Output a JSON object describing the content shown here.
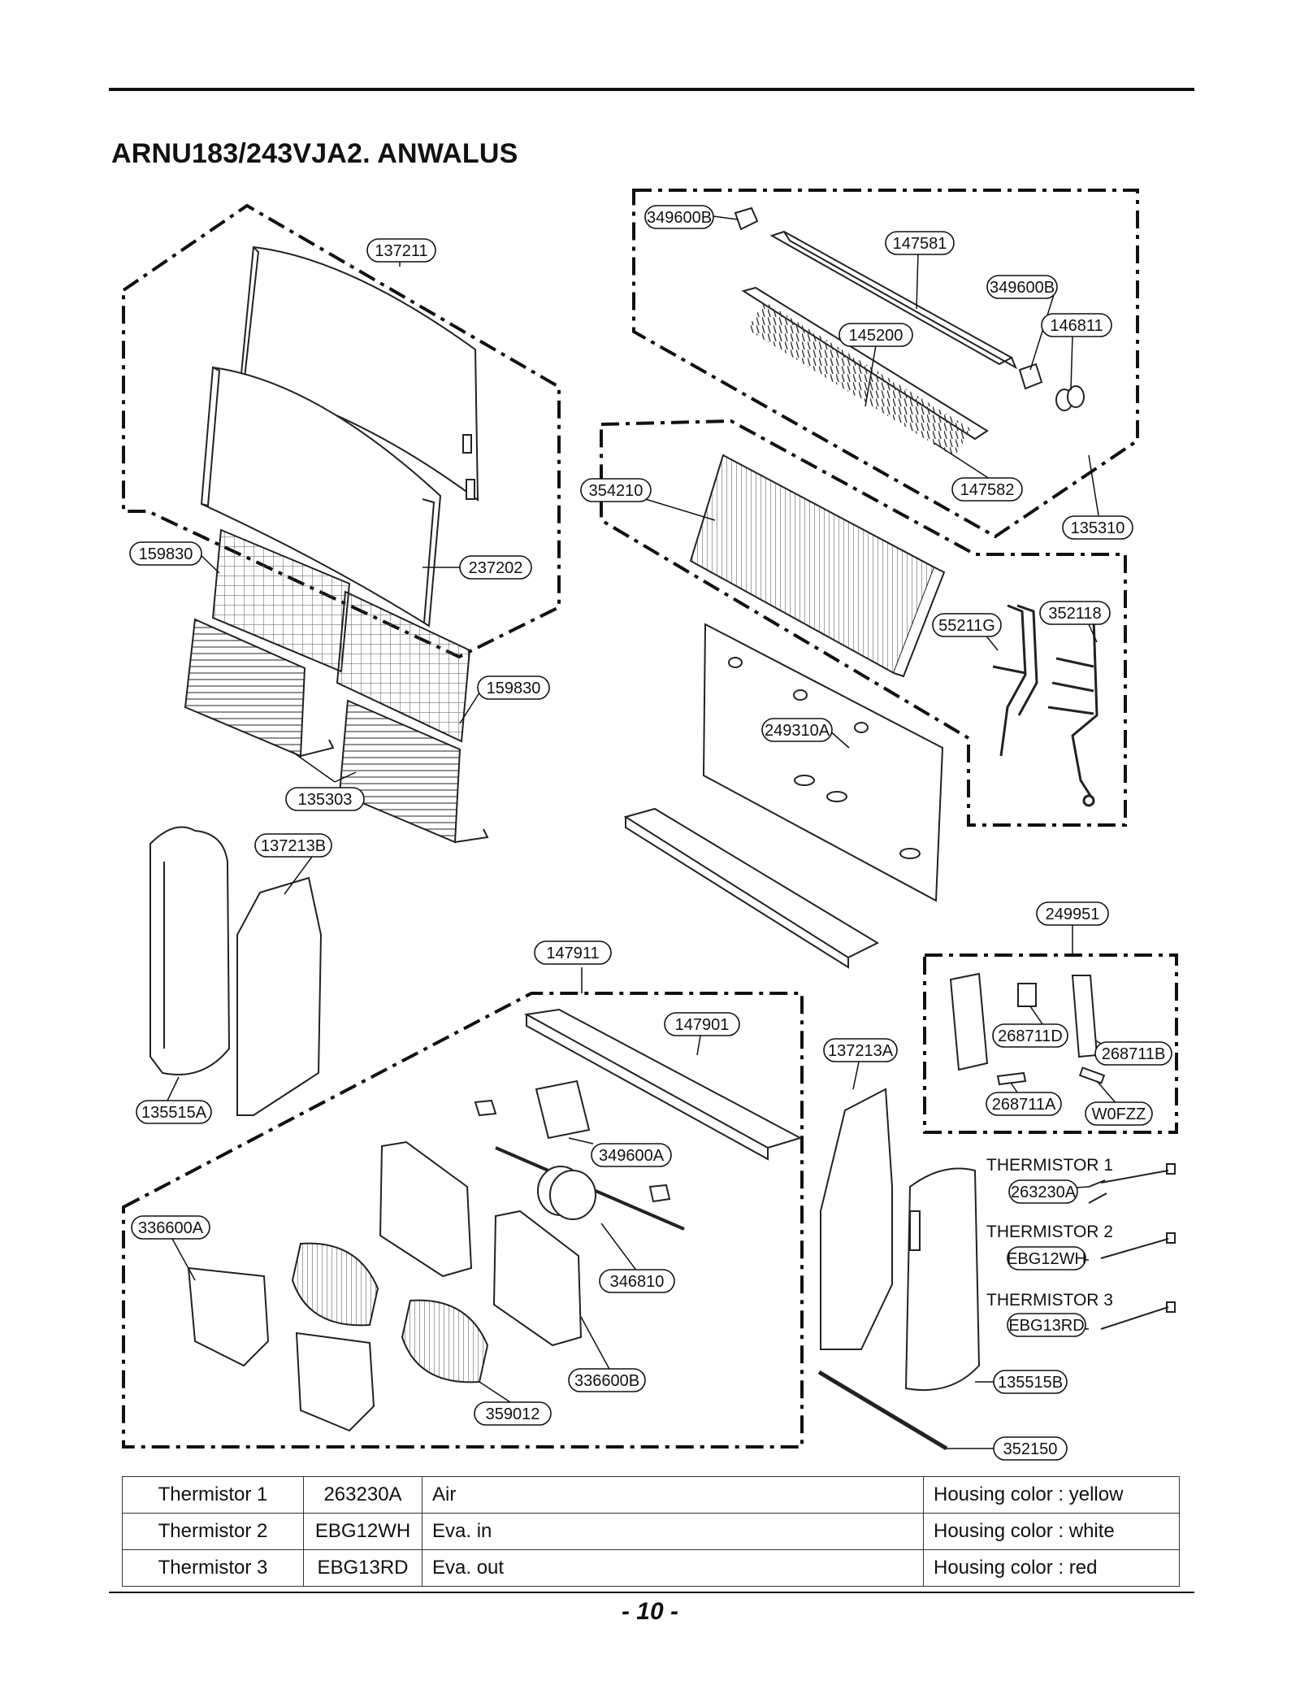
{
  "header": {
    "title": "ARNU183/243VJA2. ANWALUS"
  },
  "callouts": {
    "c137211": "137211",
    "c349600B_a": "349600B",
    "c147581": "147581",
    "c349600B_b": "349600B",
    "c146811": "146811",
    "c145200": "145200",
    "c147582": "147582",
    "c135310": "135310",
    "c354210": "354210",
    "c159830_a": "159830",
    "c237202": "237202",
    "c55211G": "55211G",
    "c352118": "352118",
    "c159830_b": "159830",
    "c249310A": "249310A",
    "c135303": "135303",
    "c137213B": "137213B",
    "c249951": "249951",
    "c147911": "147911",
    "c147901": "147901",
    "c268711D": "268711D",
    "c268711B": "268711B",
    "c137213A": "137213A",
    "c135515A": "135515A",
    "c268711A": "268711A",
    "cW0FZZ": "W0FZZ",
    "c349600A": "349600A",
    "c336600A_a": "336600A",
    "c346810": "346810",
    "c336600B": "336600B",
    "c359012": "359012",
    "c135515B": "135515B",
    "c352150": "352150"
  },
  "thermistors": [
    {
      "label": "THERMISTOR 1",
      "code": "263230A"
    },
    {
      "label": "THERMISTOR 2",
      "code": "EBG12WH"
    },
    {
      "label": "THERMISTOR 3",
      "code": "EBG13RD"
    }
  ],
  "table": {
    "rows": [
      {
        "name": "Thermistor 1",
        "code": "263230A",
        "location": "Air",
        "housing": "Housing color : yellow"
      },
      {
        "name": "Thermistor 2",
        "code": "EBG12WH",
        "location": "Eva. in",
        "housing": "Housing color : white"
      },
      {
        "name": "Thermistor 3",
        "code": "EBG13RD",
        "location": "Eva. out",
        "housing": "Housing color : red"
      }
    ]
  },
  "footer": {
    "page_number": "- 10 -"
  }
}
